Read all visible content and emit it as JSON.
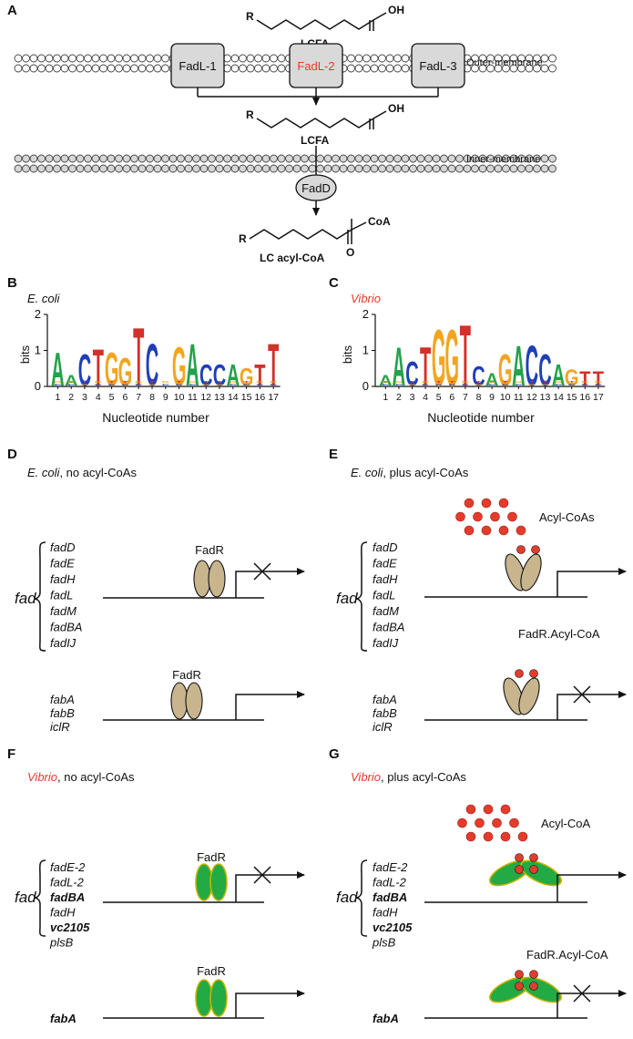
{
  "panels": {
    "a": "A",
    "b": "B",
    "c": "C",
    "d": "D",
    "e": "E",
    "f": "F",
    "g": "G"
  },
  "panel_a": {
    "lcfa_top": "LCFA",
    "lcfa_mid": "LCFA",
    "r": "R",
    "oh": "OH",
    "o": "O",
    "fadl1": "FadL-1",
    "fadl2": "FadL-2",
    "fadl3": "FadL-3",
    "outer": "Outer-membrane",
    "inner": "Inner-membrane",
    "fadd": "FadD",
    "coa": "CoA",
    "lcacyl": "LC acyl-CoA"
  },
  "panel_b": {
    "title": "E. coli",
    "ylabel": "bits",
    "xlabel": "Nucleotide number",
    "yticks": [
      "2",
      "1",
      "0"
    ],
    "xticks": [
      "1",
      "2",
      "3",
      "4",
      "5",
      "6",
      "7",
      "8",
      "9",
      "10",
      "11",
      "12",
      "13",
      "14",
      "15",
      "16",
      "17"
    ]
  },
  "panel_c": {
    "title": "Vibrio",
    "ylabel": "bits",
    "xlabel": "Nucleotide number",
    "yticks": [
      "2",
      "1",
      "0"
    ],
    "xticks": [
      "1",
      "2",
      "3",
      "4",
      "5",
      "6",
      "7",
      "8",
      "9",
      "10",
      "11",
      "12",
      "13",
      "14",
      "15",
      "16",
      "17"
    ]
  },
  "panel_d": {
    "title_italic": "E. coli",
    "title_rest": ", no acyl-CoAs",
    "fad": "fad",
    "genes": [
      "fadD",
      "fadE",
      "fadH",
      "fadL",
      "fadM",
      "fadBA",
      "fadIJ"
    ],
    "fadr1": "FadR",
    "fadr2": "FadR",
    "genes2": [
      "fabA",
      "fabB",
      "iclR"
    ]
  },
  "panel_e": {
    "title_italic": "E. coli",
    "title_rest": ", plus acyl-CoAs",
    "acyl": "Acyl-CoAs",
    "fad": "fad",
    "genes": [
      "fadD",
      "fadE",
      "fadH",
      "fadL",
      "fadM",
      "fadBA",
      "fadIJ"
    ],
    "complex": "FadR.Acyl-CoA",
    "genes2": [
      "fabA",
      "fabB",
      "iclR"
    ]
  },
  "panel_f": {
    "title_italic": "Vibrio",
    "title_rest": ", no acyl-CoAs",
    "fad": "fad",
    "genes": [
      "fadE-2",
      "fadL-2",
      "fadBA",
      "fadH",
      "vc2105",
      "plsB"
    ],
    "fadr1": "FadR",
    "fadr2": "FadR",
    "genes2": [
      "fabA"
    ]
  },
  "panel_g": {
    "title_italic": "Vibrio",
    "title_rest": ", plus acyl-CoAs",
    "acyl": "Acyl-CoA",
    "fad": "fad",
    "genes": [
      "fadE-2",
      "fadL-2",
      "fadBA",
      "fadH",
      "vc2105",
      "plsB"
    ],
    "complex": "FadR.Acyl-CoA",
    "genes2": [
      "fabA"
    ]
  },
  "colors": {
    "red": "#e53b2c",
    "beige": "#c8b58e",
    "green": "#22aa44",
    "green_stroke": "#c9b200",
    "A": "#22a24a",
    "C": "#1f3fb8",
    "G": "#f2a51f",
    "T": "#d3302a"
  },
  "chart_data": [
    {
      "type": "sequence-logo",
      "title": "E. coli",
      "xlabel": "Nucleotide number",
      "ylabel": "bits",
      "ylim": [
        0,
        2
      ],
      "positions": [
        "1",
        "2",
        "3",
        "4",
        "5",
        "6",
        "7",
        "8",
        "9",
        "10",
        "11",
        "12",
        "13",
        "14",
        "15",
        "16",
        "17"
      ],
      "consensus": [
        "A",
        "A",
        "C",
        "T",
        "G",
        "G",
        "T",
        "C",
        "",
        "G",
        "A",
        "C",
        "C",
        "A",
        "G",
        "T",
        "T"
      ],
      "heights": [
        0.95,
        0.3,
        0.9,
        1.05,
        0.95,
        0.8,
        1.65,
        1.2,
        0.0,
        1.1,
        1.2,
        0.6,
        0.6,
        0.6,
        0.5,
        0.6,
        1.2
      ]
    },
    {
      "type": "sequence-logo",
      "title": "Vibrio",
      "xlabel": "Nucleotide number",
      "ylabel": "bits",
      "ylim": [
        0,
        2
      ],
      "positions": [
        "1",
        "2",
        "3",
        "4",
        "5",
        "6",
        "7",
        "8",
        "9",
        "10",
        "11",
        "12",
        "13",
        "14",
        "15",
        "16",
        "17"
      ],
      "consensus": [
        "A",
        "A",
        "C",
        "T",
        "G",
        "G",
        "T",
        "C",
        "A",
        "G",
        "A",
        "C",
        "C",
        "A",
        "G",
        "T",
        "T"
      ],
      "heights": [
        0.3,
        1.1,
        0.7,
        1.1,
        1.6,
        1.6,
        1.75,
        0.55,
        0.35,
        0.9,
        1.15,
        1.15,
        0.9,
        0.6,
        0.45,
        0.4,
        0.4
      ]
    }
  ]
}
